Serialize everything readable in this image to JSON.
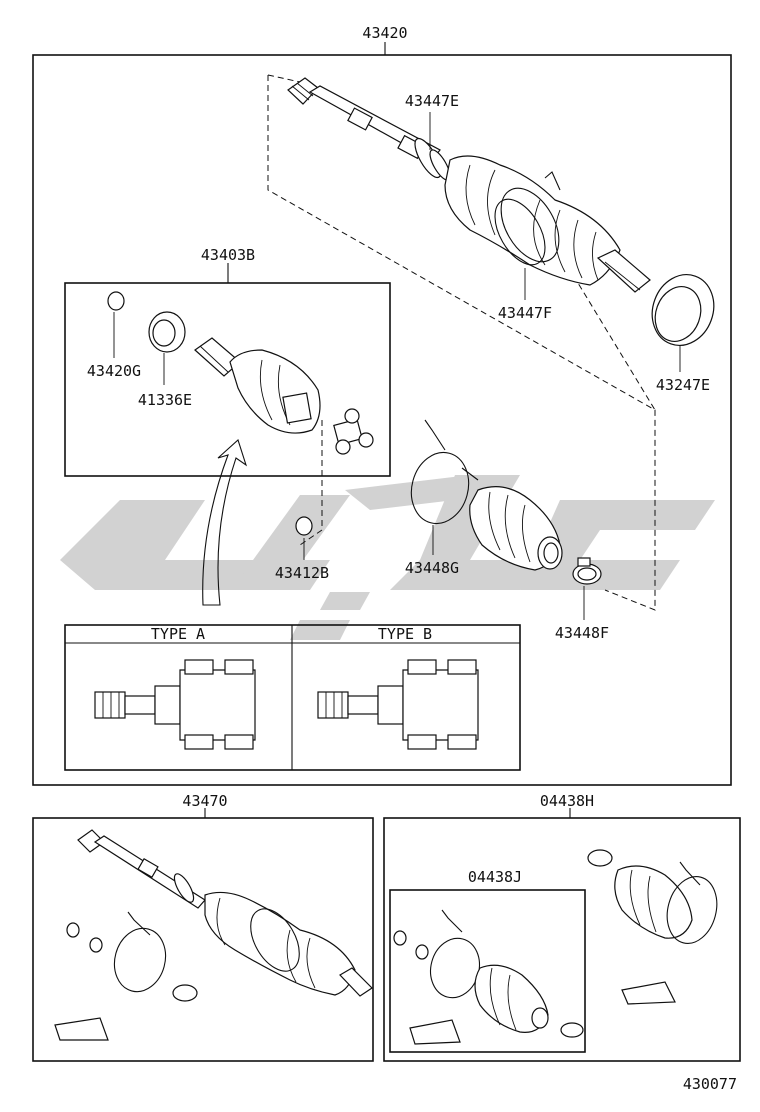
{
  "labels": {
    "assembly_main": "43420",
    "part_43447E": "43447E",
    "part_43447F": "43447F",
    "part_43247E": "43247E",
    "kit_43403B": "43403B",
    "part_43420G": "43420G",
    "part_41336E": "41336E",
    "part_43412B": "43412B",
    "part_43448G": "43448G",
    "part_43448F": "43448F",
    "assembly_43470": "43470",
    "kit_04438H": "04438H",
    "kit_04438J": "04438J",
    "diagram_number": "430077"
  },
  "types": {
    "type_a": "TYPE A",
    "type_b": "TYPE B"
  }
}
